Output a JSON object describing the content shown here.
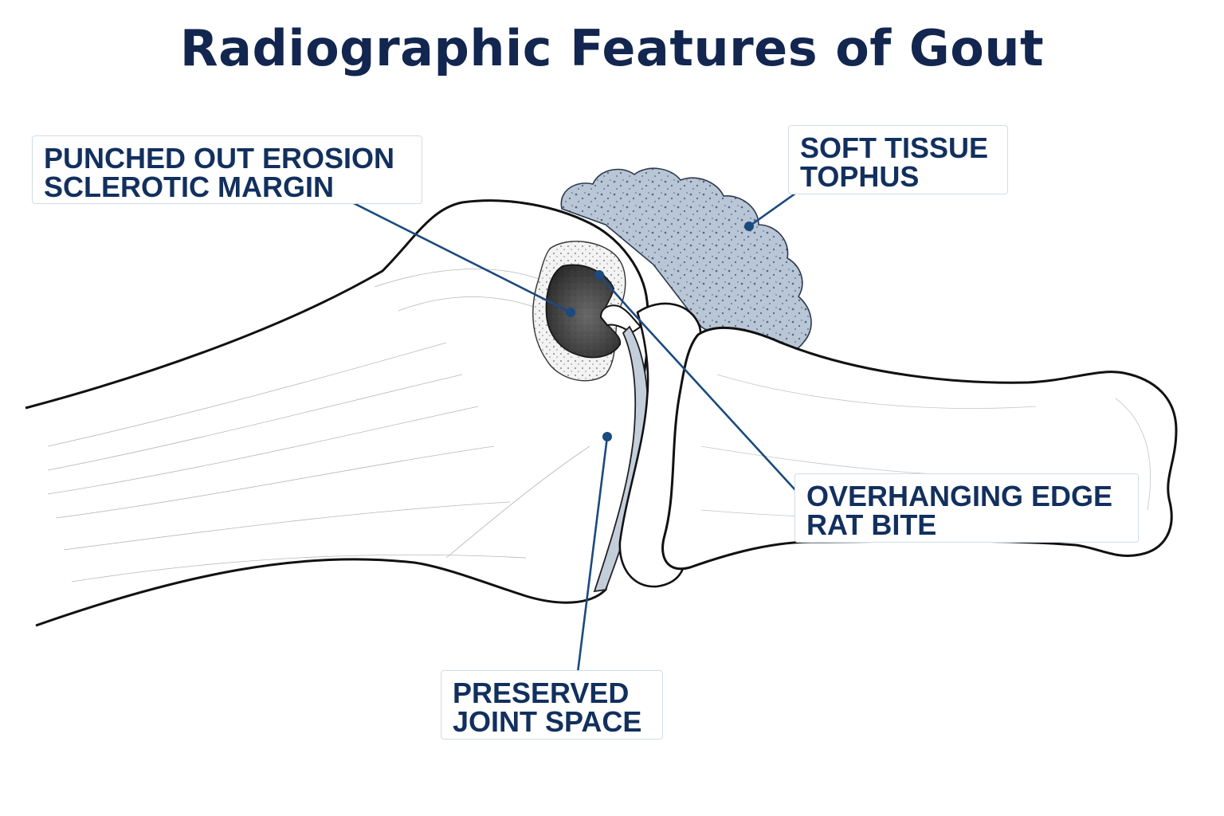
{
  "title": "Radiographic Features of Gout",
  "callouts": {
    "erosion": {
      "line1": "PUNCHED OUT EROSION",
      "line2": "SCLEROTIC MARGIN"
    },
    "tophus": {
      "line1": "SOFT TISSUE",
      "line2": "TOPHUS"
    },
    "edge": {
      "line1": "OVERHANGING EDGE",
      "line2": "RAT BITE"
    },
    "joint": {
      "line1": "PRESERVED",
      "line2": "JOINT SPACE"
    }
  },
  "colors": {
    "title": "#12264f",
    "label_text": "#12305e",
    "leader_line": "#1b4a7e",
    "bone_outline": "#111111",
    "tophus_fill": "#b9c6d6",
    "erosion_fill": "#4a4a4a",
    "joint_space": "#c4cedb"
  }
}
